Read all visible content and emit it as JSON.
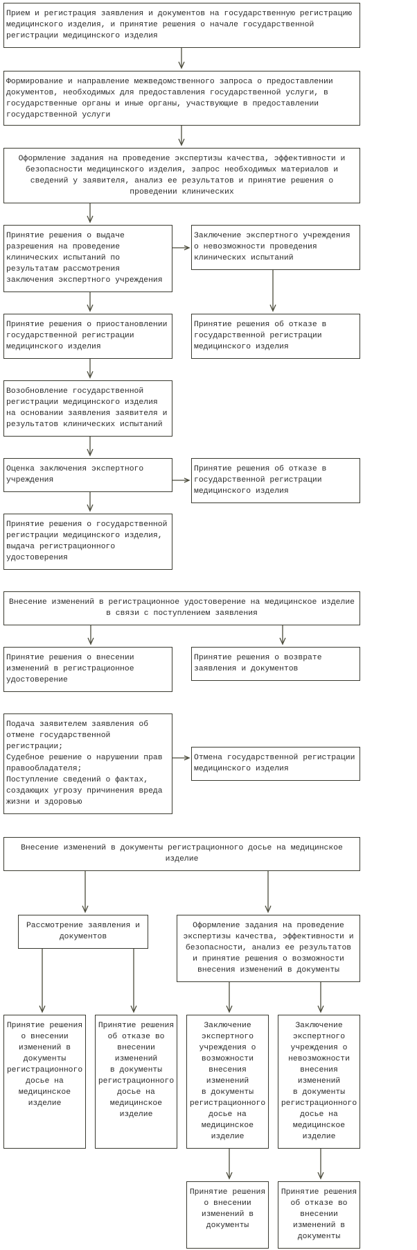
{
  "nodes": [
    {
      "text": "Прием и регистрация заявления и документов на государственную регистрацию\nмедицинского изделия, и принятие решения о начале государственной\nрегистрации медицинского изделия"
    },
    {
      "text": "Формирование и направление межведомственного запроса о предоставлении\nдокументов, необходимых для предоставления государственной услуги, в\nгосударственные органы и иные органы, участвующие в предоставлении\nгосударственной услуги"
    },
    {
      "text": "Оформление задания на проведение экспертизы качества, эффективности и\nбезопасности медицинского изделия, запрос необходимых материалов и\nсведений у заявителя, анализ ее результатов и принятие решения о\nпроведении клинических"
    },
    {
      "text": "Принятие решения о выдаче\nразрешения на проведение\nклинических испытаний по\nрезультатам рассмотрения\nзаключения экспертного учреждения"
    },
    {
      "text": "Заключение экспертного учреждения\nо невозможности проведения\nклинических испытаний"
    },
    {
      "text": "Принятие решения о приостановлении\nгосударственной регистрации\nмедицинского изделия"
    },
    {
      "text": "Принятие решения об отказе в\nгосударственной регистрации\nмедицинского изделия"
    },
    {
      "text": "Возобновление государственной\nрегистрации медицинского изделия\nна основании заявления заявителя и\nрезультатов клинических испытаний"
    },
    {
      "text": "Оценка заключения экспертного\nучреждения"
    },
    {
      "text": "Принятие решения об отказе в\nгосударственной регистрации\nмедицинского изделия"
    },
    {
      "text": "Принятие решения о государственной\nрегистрации медицинского изделия,\nвыдача регистрационного\nудостоверения"
    },
    {
      "text": "Внесение изменений в регистрационное удостоверение на медицинское изделие\nв связи с поступлением заявления"
    },
    {
      "text": "Принятие решения о внесении\nизменений в регистрационное\nудостоверение"
    },
    {
      "text": "Принятие решения о возврате\nзаявления и документов"
    },
    {
      "text": "Подача заявителем заявления об\nотмене государственной\nрегистрации;\nСудебное решение о нарушении прав\nправообладателя;\nПоступление сведений о фактах,\nсоздающих угрозу причинения вреда\nжизни и здоровью"
    },
    {
      "text": "Отмена государственной регистрации\nмедицинского изделия"
    },
    {
      "text": "Внесение изменений в документы регистрационного досье на медицинское\nизделие"
    },
    {
      "text": "Рассмотрение заявления и\nдокументов"
    },
    {
      "text": "Оформление задания на проведение\nэкспертизы качества, эффективности и\nбезопасности, анализ ее результатов\nи принятие решения о возможности\nвнесения изменений в документы"
    },
    {
      "text": "Принятие решения\nо внесении\nизменений в\nдокументы\nрегистрационного\nдосье на\nмедицинское\nизделие"
    },
    {
      "text": "Принятие решения\nоб отказе во\nвнесении\nизменений\nв документы\nрегистрационного\nдосье на\nмедицинское\nизделие"
    },
    {
      "text": "Заключение\nэкспертного\nучреждения о\nвозможности\nвнесения\nизменений\nв документы\nрегистрационного\nдосье на\nмедицинское\nизделие"
    },
    {
      "text": "Заключение\nэкспертного\nучреждения о\nневозможности\nвнесения\nизменений\nв документы\nрегистрационного\nдосье на\nмедицинское\nизделие"
    },
    {
      "text": "Принятие решения\nо внесении\nизменений в\nдокументы"
    },
    {
      "text": "Принятие решения\nоб отказе во\nвнесении\nизменений в\nдокументы"
    }
  ]
}
